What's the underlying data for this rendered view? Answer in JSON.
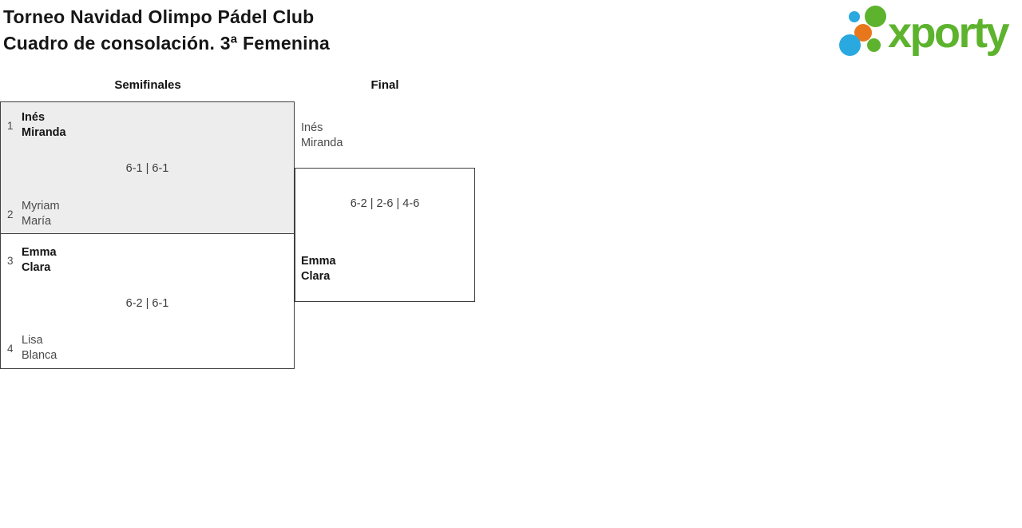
{
  "page": {
    "title_line1": "Torneo Navidad Olimpo Pádel Club",
    "title_line2": "Cuadro de consolación. 3ª Femenina"
  },
  "logo": {
    "brand": "xporty",
    "colors": {
      "green": "#5db32d",
      "blue": "#29a9e0",
      "orange": "#e8771c"
    }
  },
  "bracket": {
    "round_labels": {
      "semifinals": "Semifinales",
      "final": "Final"
    },
    "semifinals": [
      {
        "score": "6-1 | 6-1",
        "team1": {
          "seed": "1",
          "player1": "Inés",
          "player2": "Miranda",
          "winner": true
        },
        "team2": {
          "seed": "2",
          "player1": "Myriam",
          "player2": "María",
          "winner": false
        }
      },
      {
        "score": "6-2 | 6-1",
        "team1": {
          "seed": "3",
          "player1": "Emma",
          "player2": "Clara",
          "winner": true
        },
        "team2": {
          "seed": "4",
          "player1": "Lisa",
          "player2": "Blanca",
          "winner": false
        }
      }
    ],
    "final": {
      "score": "6-2 | 2-6 | 4-6",
      "team1": {
        "player1": "Inés",
        "player2": "Miranda",
        "winner": false
      },
      "team2": {
        "player1": "Emma",
        "player2": "Clara",
        "winner": true
      }
    }
  },
  "colors": {
    "highlight_match_bg": "#ededed",
    "border": "#3f3f3f",
    "winner_text": "#141414",
    "loser_text": "#4a4a4a",
    "title_text": "#161616"
  }
}
